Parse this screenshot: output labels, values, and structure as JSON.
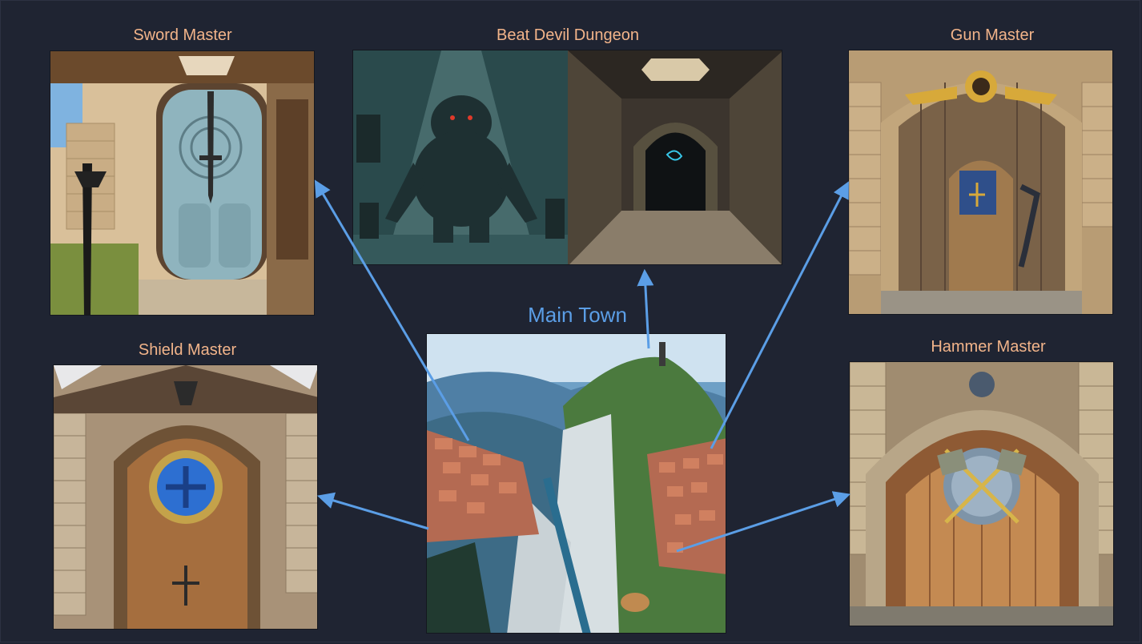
{
  "nodes": {
    "sword": {
      "label": "Sword Master"
    },
    "dungeon": {
      "label": "Beat Devil Dungeon"
    },
    "gun": {
      "label": "Gun Master"
    },
    "shield": {
      "label": "Shield Master"
    },
    "town": {
      "label": "Main Town"
    },
    "hammer": {
      "label": "Hammer Master"
    }
  },
  "colors": {
    "background": "#1f2432",
    "label": "#f2b48a",
    "main_label": "#5b9ee6",
    "arrow": "#5b9ee6"
  },
  "edges": [
    {
      "from": "Main Town",
      "to": "Sword Master"
    },
    {
      "from": "Main Town",
      "to": "Beat Devil Dungeon"
    },
    {
      "from": "Main Town",
      "to": "Gun Master"
    },
    {
      "from": "Main Town",
      "to": "Shield Master"
    },
    {
      "from": "Main Town",
      "to": "Hammer Master"
    }
  ]
}
